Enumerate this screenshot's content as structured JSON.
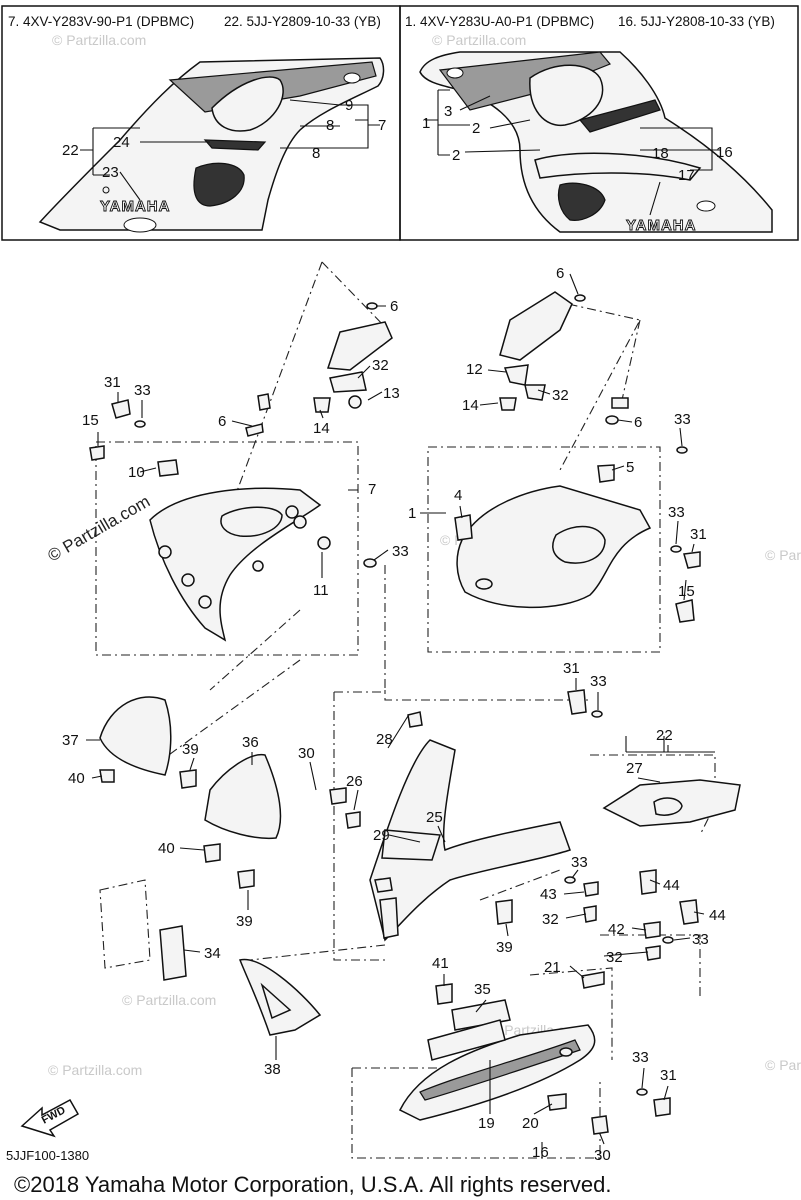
{
  "inset_left": {
    "header_a": "7. 4XV-Y283V-90-P1 (DPBMC)",
    "header_b": "22. 5JJ-Y2809-10-33 (YB)",
    "brand": "YAMAHA",
    "callouts": [
      "22",
      "24",
      "23",
      "9",
      "8",
      "7",
      "8"
    ]
  },
  "inset_right": {
    "header_a": "1. 4XV-Y283U-A0-P1 (DPBMC)",
    "header_b": "16. 5JJ-Y2808-10-33 (YB)",
    "brand": "YAMAHA",
    "callouts": [
      "3",
      "1",
      "2",
      "2",
      "18",
      "16",
      "17"
    ]
  },
  "watermark": "© Partzilla.com",
  "callouts": [
    "6",
    "32",
    "13",
    "14",
    "6",
    "12",
    "32",
    "14",
    "6",
    "31",
    "33",
    "15",
    "6",
    "10",
    "7",
    "11",
    "33",
    "33",
    "5",
    "4",
    "1",
    "33",
    "31",
    "15",
    "31",
    "33",
    "28",
    "22",
    "27",
    "37",
    "39",
    "40",
    "36",
    "30",
    "26",
    "29",
    "25",
    "40",
    "39",
    "33",
    "43",
    "44",
    "32",
    "42",
    "44",
    "33",
    "39",
    "34",
    "32",
    "21",
    "41",
    "35",
    "38",
    "33",
    "31",
    "19",
    "20",
    "30",
    "16"
  ],
  "fwd_label": "FWD",
  "diagram_code": "5JJF100-1380",
  "copyright": "©2018 Yamaha Motor Corporation, U.S.A. All rights reserved."
}
